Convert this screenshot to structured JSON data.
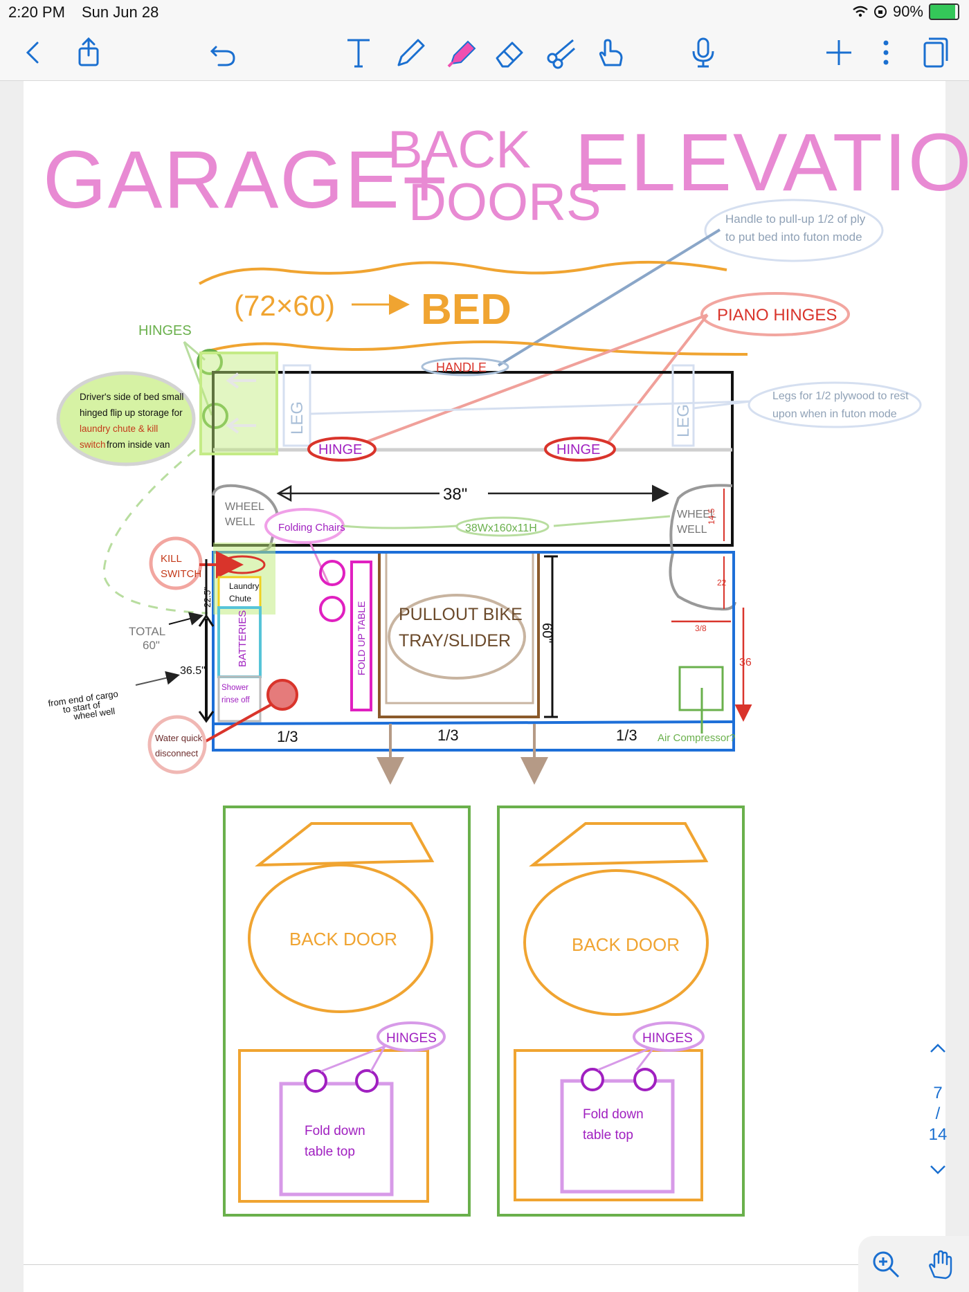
{
  "status": {
    "time": "2:20 PM",
    "date": "Sun Jun 28",
    "battery": "90%"
  },
  "toolbar": {
    "tools": [
      "chevron-left",
      "share",
      "undo",
      "text",
      "pen",
      "highlighter",
      "eraser",
      "lasso-scissors",
      "touch-hand",
      "microphone",
      "add",
      "more",
      "pages"
    ]
  },
  "note": {
    "title_part1": "GARAGE+",
    "title_part2a": "BACK",
    "title_part2b": "DOORS",
    "title_part3": "ELEVATION",
    "handle_note_1": "Handle to pull-up 1/2 of ply",
    "handle_note_2": "to put bed into futon mode",
    "bed_dims": "(72×60)",
    "bed_label": "BED",
    "piano_hinges": "PIANO HINGES",
    "hinges_top": "HINGES",
    "handle_tag": "HANDLE",
    "drivers_note_1": "Driver's side of bed small",
    "drivers_note_2": "hinged flip up storage for",
    "drivers_note_3": "laundry chute & kill",
    "drivers_note_4a": "switch",
    "drivers_note_4b": " from inside van",
    "leg": "LEG",
    "legs_note_1": "Legs for 1/2 plywood to rest",
    "legs_note_2": "upon when in futon mode",
    "hinge": "HINGE",
    "width_38": "38\"",
    "wheel": "WHEEL",
    "well": "WELL",
    "folding_chairs": "Folding Chairs",
    "chair_dims": "38Wx160x11H",
    "dim_145": "14.5",
    "kill": "KILL",
    "switch": "SWITCH",
    "laundry": "Laundry",
    "chute": "Chute",
    "batteries": "BATTERIES",
    "dim_225": "22.5\"",
    "total": "TOTAL",
    "total_60": "60\"",
    "dim_365": "36.5\"",
    "cargo_note_1": "from end of cargo",
    "cargo_note_2": "to start of",
    "cargo_note_3": "wheel well",
    "shower_1": "Shower",
    "shower_2": "rinse off",
    "water_1": "Water quick",
    "water_2": "disconnect",
    "fold_up_table": "FOLD UP TABLE",
    "pullout_1": "PULLOUT BIKE",
    "pullout_2": "TRAY/SLIDER",
    "dim_60": "60\"",
    "dim_22": "22",
    "dim_3_8": "3/8",
    "dim_36": "36",
    "third": "1/3",
    "air_compressor": "Air Compressor?",
    "back_door": "BACK DOOR",
    "hinges": "HINGES",
    "fold_down_1": "Fold down",
    "fold_down_2": "table top"
  },
  "pager": {
    "current": "7",
    "sep": "/",
    "total": "14"
  },
  "colors": {
    "pink": "#e88ad3",
    "orange": "#f0a431",
    "green": "#6ab04c",
    "blue": "#1d6fd8",
    "red": "#d9342b",
    "purple": "#a020c0",
    "brown": "#8b5a2b",
    "magenta": "#e020c0",
    "lightblue": "#a9bfd8",
    "accent": "#1a6fd0"
  }
}
